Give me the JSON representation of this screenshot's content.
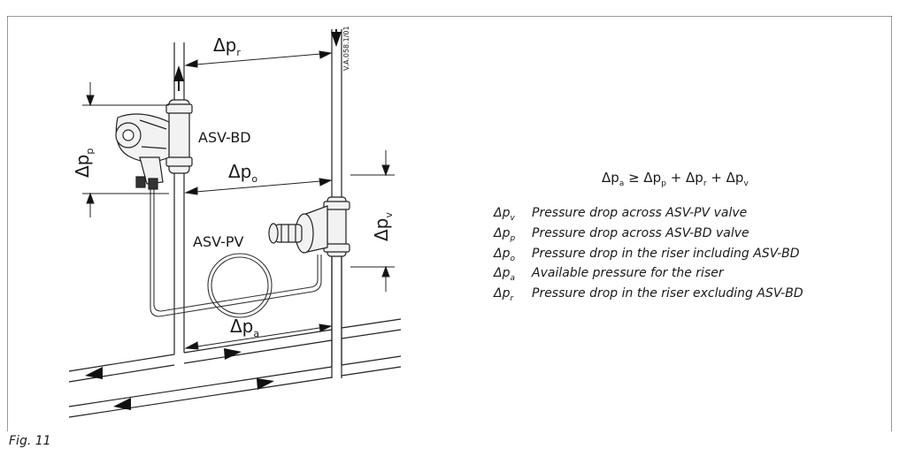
{
  "diagram": {
    "valve_top_label": "ASV-BD",
    "valve_bottom_label": "ASV-PV",
    "drawing_code": "V.A.058.1/01",
    "dims": {
      "r": {
        "base": "Δp",
        "sub": "r"
      },
      "o": {
        "base": "Δp",
        "sub": "o"
      },
      "a": {
        "base": "Δp",
        "sub": "a"
      },
      "p": {
        "base": "Δp",
        "sub": "p"
      },
      "v": {
        "base": "Δp",
        "sub": "v"
      }
    }
  },
  "equation": {
    "t1": "Δp",
    "s1": "a",
    "op1": " ≥ ",
    "t2": "Δp",
    "s2": "p",
    "op2": " + ",
    "t3": "Δp",
    "s3": "r",
    "op3": " + ",
    "t4": "Δp",
    "s4": "v"
  },
  "legend": [
    {
      "symbol": "Δp",
      "sub": "v",
      "text": "Pressure drop across ASV-PV valve"
    },
    {
      "symbol": "Δp",
      "sub": "p",
      "text": "Pressure drop across ASV-BD valve"
    },
    {
      "symbol": "Δp",
      "sub": "o",
      "text": "Pressure drop in the riser including ASV-BD"
    },
    {
      "symbol": "Δp",
      "sub": "a",
      "text": "Available pressure for the riser"
    },
    {
      "symbol": "Δp",
      "sub": "r",
      "text": "Pressure drop in the riser excluding ASV-BD"
    }
  ],
  "caption": "Fig. 11"
}
